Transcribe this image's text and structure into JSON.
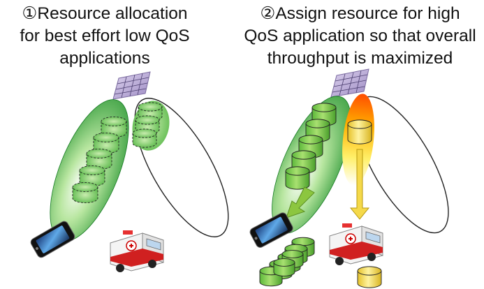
{
  "panels": [
    {
      "caption_lines": [
        "①Resource allocation",
        "for best effort low QoS",
        "applications"
      ],
      "icons": [
        "base-station-antenna-icon",
        "smartphone-icon",
        "ambulance-icon",
        "resource-block-icon"
      ]
    },
    {
      "caption_lines": [
        "②Assign resource for high",
        "QoS application so that overall",
        "throughput is maximized"
      ],
      "icons": [
        "base-station-antenna-icon",
        "smartphone-icon",
        "ambulance-icon",
        "resource-block-icon",
        "down-arrow-icon"
      ]
    }
  ],
  "colors": {
    "best_effort_green": "#3aa33a",
    "best_effort_light": "#b6e38f",
    "high_qos_orange": "#ff6a00",
    "high_qos_yellow": "#ffe24d",
    "arrow_green": "#8cc63f",
    "arrow_yellow": "#f5d94a",
    "antenna_purple": "#b8a6d6"
  }
}
